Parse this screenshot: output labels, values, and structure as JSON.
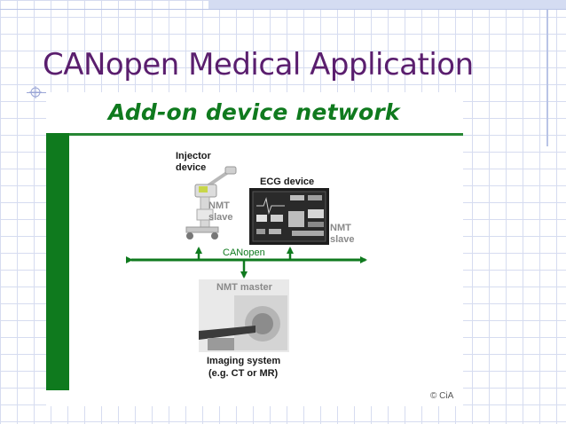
{
  "slide": {
    "title": "CANopen Medical Application"
  },
  "diagram": {
    "title": "Add-on device network",
    "injector": {
      "name_line1": "Injector",
      "name_line2": "device",
      "role_line1": "NMT",
      "role_line2": "slave"
    },
    "ecg": {
      "name": "ECG device",
      "role_line1": "NMT",
      "role_line2": "slave"
    },
    "bus": {
      "label": "CANopen"
    },
    "imaging": {
      "role": "NMT master",
      "name_line1": "Imaging system",
      "name_line2": "(e.g. CT or MR)"
    },
    "copyright": "© CiA"
  },
  "colors": {
    "title": "#5a1e6e",
    "accent_green": "#0f7a1e",
    "grid": "#d6dcf0"
  }
}
